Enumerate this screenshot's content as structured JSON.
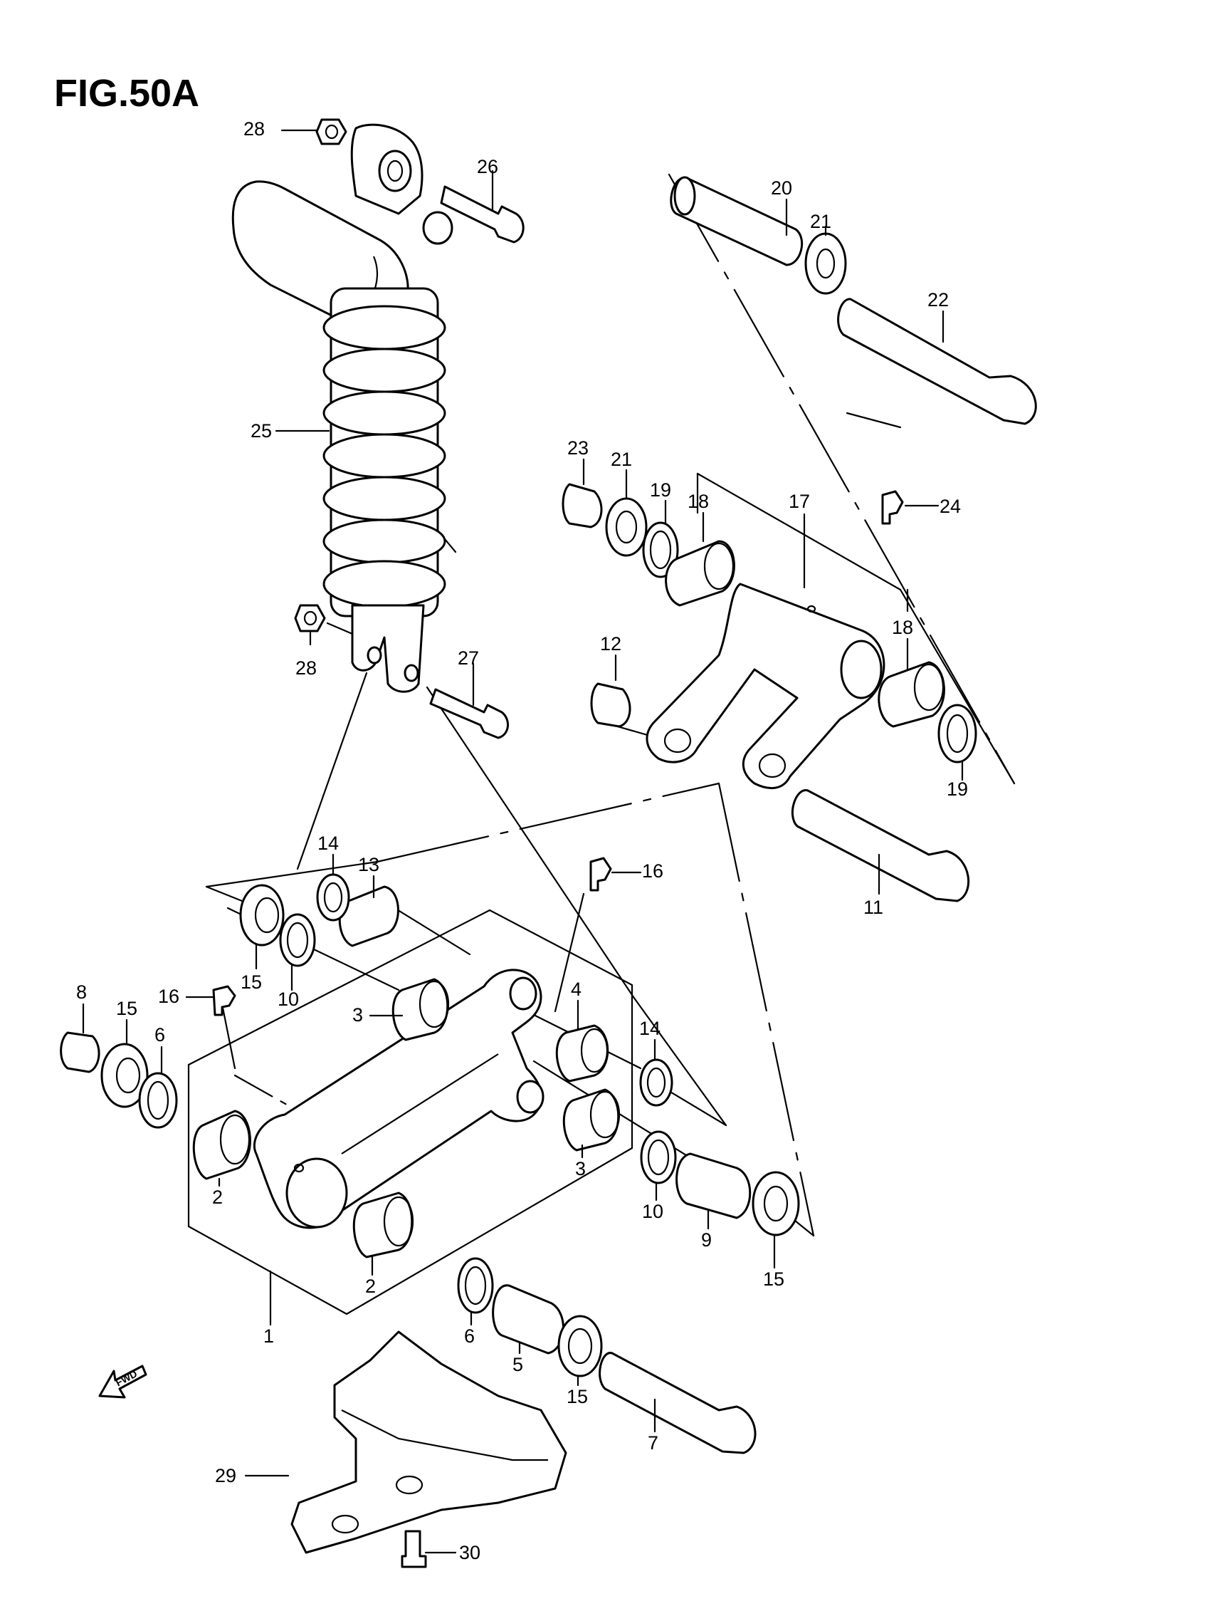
{
  "figure": {
    "title": "FIG.50A",
    "fwd_label": "FWD"
  },
  "callouts": [
    {
      "id": "c1",
      "num": "1"
    },
    {
      "id": "c2a",
      "num": "2"
    },
    {
      "id": "c2b",
      "num": "2"
    },
    {
      "id": "c3a",
      "num": "3"
    },
    {
      "id": "c3b",
      "num": "3"
    },
    {
      "id": "c4",
      "num": "4"
    },
    {
      "id": "c5",
      "num": "5"
    },
    {
      "id": "c6a",
      "num": "6"
    },
    {
      "id": "c6b",
      "num": "6"
    },
    {
      "id": "c7",
      "num": "7"
    },
    {
      "id": "c8",
      "num": "8"
    },
    {
      "id": "c9",
      "num": "9"
    },
    {
      "id": "c10a",
      "num": "10"
    },
    {
      "id": "c10b",
      "num": "10"
    },
    {
      "id": "c11",
      "num": "11"
    },
    {
      "id": "c12",
      "num": "12"
    },
    {
      "id": "c13",
      "num": "13"
    },
    {
      "id": "c14a",
      "num": "14"
    },
    {
      "id": "c14b",
      "num": "14"
    },
    {
      "id": "c15a",
      "num": "15"
    },
    {
      "id": "c15b",
      "num": "15"
    },
    {
      "id": "c15c",
      "num": "15"
    },
    {
      "id": "c15d",
      "num": "15"
    },
    {
      "id": "c16a",
      "num": "16"
    },
    {
      "id": "c16b",
      "num": "16"
    },
    {
      "id": "c17",
      "num": "17"
    },
    {
      "id": "c18a",
      "num": "18"
    },
    {
      "id": "c18b",
      "num": "18"
    },
    {
      "id": "c19a",
      "num": "19"
    },
    {
      "id": "c19b",
      "num": "19"
    },
    {
      "id": "c20",
      "num": "20"
    },
    {
      "id": "c21a",
      "num": "21"
    },
    {
      "id": "c21b",
      "num": "21"
    },
    {
      "id": "c22",
      "num": "22"
    },
    {
      "id": "c23",
      "num": "23"
    },
    {
      "id": "c24",
      "num": "24"
    },
    {
      "id": "c25",
      "num": "25"
    },
    {
      "id": "c26",
      "num": "26"
    },
    {
      "id": "c27",
      "num": "27"
    },
    {
      "id": "c28a",
      "num": "28"
    },
    {
      "id": "c28b",
      "num": "28"
    },
    {
      "id": "c29",
      "num": "29"
    },
    {
      "id": "c30",
      "num": "30"
    }
  ]
}
